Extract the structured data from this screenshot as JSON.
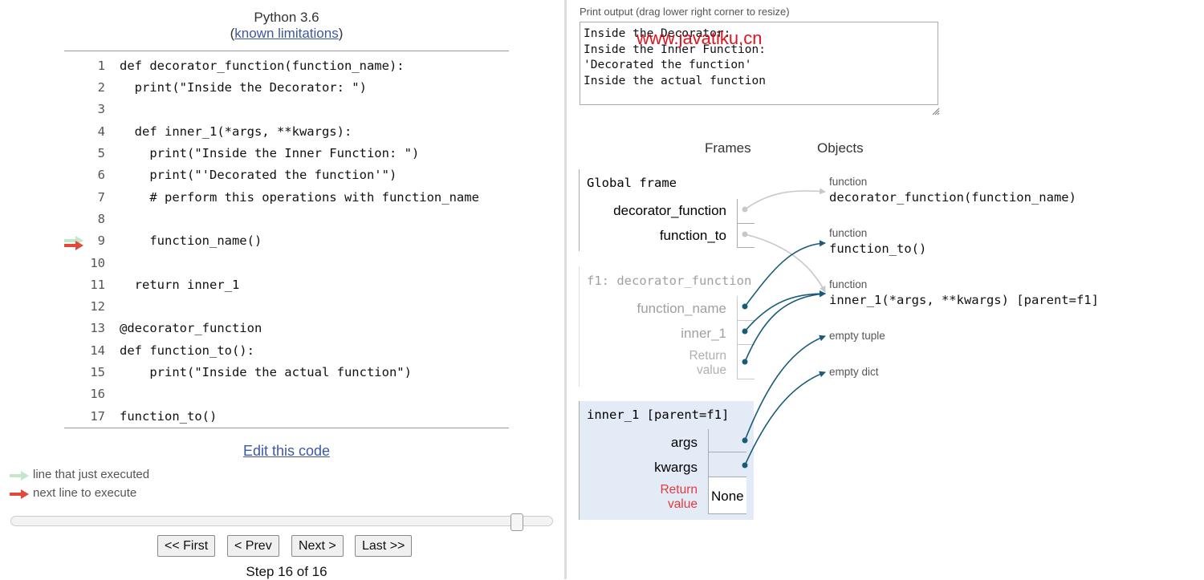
{
  "editor": {
    "language": "Python 3.6",
    "limitations_prefix": "(",
    "limitations_link": "known limitations",
    "limitations_suffix": ")",
    "lines": [
      {
        "n": "1",
        "text": "def decorator_function(function_name):"
      },
      {
        "n": "2",
        "text": "  print(\"Inside the Decorator: \")"
      },
      {
        "n": "3",
        "text": ""
      },
      {
        "n": "4",
        "text": "  def inner_1(*args, **kwargs):"
      },
      {
        "n": "5",
        "text": "    print(\"Inside the Inner Function: \")"
      },
      {
        "n": "6",
        "text": "    print(\"'Decorated the function'\")"
      },
      {
        "n": "7",
        "text": "    # perform this operations with function_name"
      },
      {
        "n": "8",
        "text": ""
      },
      {
        "n": "9",
        "text": "    function_name()"
      },
      {
        "n": "10",
        "text": ""
      },
      {
        "n": "11",
        "text": "  return inner_1"
      },
      {
        "n": "12",
        "text": ""
      },
      {
        "n": "13",
        "text": "@decorator_function"
      },
      {
        "n": "14",
        "text": "def function_to():"
      },
      {
        "n": "15",
        "text": "    print(\"Inside the actual function\")"
      },
      {
        "n": "16",
        "text": ""
      },
      {
        "n": "17",
        "text": "function_to()"
      }
    ],
    "edit_link": "Edit this code",
    "legend": {
      "just_executed": "line that just executed",
      "next_to_execute": "next line to execute"
    },
    "colors": {
      "just_executed_arrow": "#c5e7c9",
      "next_arrow": "#e04a3a",
      "link": "#3d58a2",
      "pointer": "#1a5b7a",
      "current_frame_bg": "#e3ebf7",
      "return_label": "#e33b3b"
    }
  },
  "controls": {
    "first": "<< First",
    "prev": "< Prev",
    "next": "Next >",
    "last": "Last >>",
    "step": "Step 16 of 16",
    "progress": 1.0
  },
  "output": {
    "caption": "Print output (drag lower right corner to resize)",
    "lines": [
      "Inside the Decorator:",
      "Inside the Inner Function:",
      "'Decorated the function'",
      "Inside the actual function"
    ],
    "watermark": "www.javatiku.cn"
  },
  "visualizer": {
    "frames_header": "Frames",
    "objects_header": "Objects",
    "global_frame": {
      "title": "Global frame",
      "vars": [
        "decorator_function",
        "function_to"
      ]
    },
    "f1_frame": {
      "title": "f1: decorator_function",
      "vars": [
        "function_name",
        "inner_1"
      ],
      "return_label_1": "Return",
      "return_label_2": "value"
    },
    "inner_frame": {
      "title": "inner_1 [parent=f1]",
      "vars": [
        "args",
        "kwargs"
      ],
      "return_label_1": "Return",
      "return_label_2": "value",
      "return_value": "None"
    },
    "objects": [
      {
        "type": "function",
        "value": "decorator_function(function_name)"
      },
      {
        "type": "function",
        "value": "function_to()"
      },
      {
        "type": "function",
        "value": "inner_1(*args, **kwargs) [parent=f1]"
      },
      {
        "type": "empty tuple",
        "value": ""
      },
      {
        "type": "empty dict",
        "value": ""
      }
    ]
  }
}
